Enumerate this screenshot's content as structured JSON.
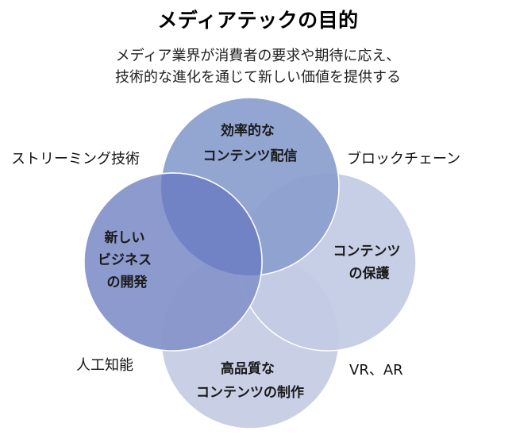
{
  "title": "メディアテックの目的",
  "subtitle": [
    "メディア業界が消費者の要求や期待に応え、",
    "技術的な進化を通じて新しい価値を提供する"
  ],
  "colors": {
    "top": "#8da0cf",
    "left": "#8896cb",
    "right": "#c2cbe4",
    "bottom": "#c9d0e6",
    "overlap_top_left": "#7183c4",
    "stroke": "#ffffff"
  },
  "circles": {
    "top": {
      "label_lines": [
        "効率的な",
        "コンテンツ配信"
      ]
    },
    "left": {
      "label_lines": [
        "新しい",
        "ビジネス",
        "の開発"
      ]
    },
    "right": {
      "label_lines": [
        "コンテンツ",
        "の保護"
      ]
    },
    "bottom": {
      "label_lines": [
        "高品質な",
        "コンテンツの制作"
      ]
    }
  },
  "outer_labels": {
    "top_left": "ストリーミング技術",
    "top_right": "ブロックチェーン",
    "bottom_left": "人工知能",
    "bottom_right": "VR、AR"
  }
}
